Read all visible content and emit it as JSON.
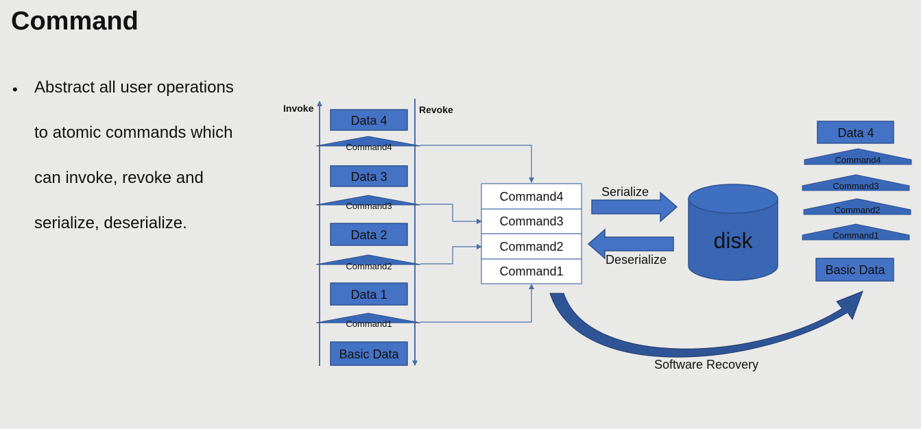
{
  "slide": {
    "title": "Command",
    "bullet_lines": [
      "Abstract all user operations",
      "to atomic commands which",
      "can invoke, revoke and",
      "serialize, deserialize."
    ]
  },
  "diagram": {
    "invoke_label": "Invoke",
    "revoke_label": "Revoke",
    "left_stack": {
      "data": [
        "Data 4",
        "Data 3",
        "Data 2",
        "Data 1",
        "Basic Data"
      ],
      "commands": [
        "Command4",
        "Command3",
        "Command2",
        "Command1"
      ]
    },
    "command_list": [
      "Command4",
      "Command3",
      "Command2",
      "Command1"
    ],
    "serialize_label": "Serialize",
    "deserialize_label": "Deserialize",
    "disk_label": "disk",
    "right_stack": {
      "top": "Data 4",
      "commands": [
        "Command4",
        "Command3",
        "Command2",
        "Command1"
      ],
      "bottom": "Basic Data"
    },
    "recovery_label": "Software Recovery"
  },
  "colors": {
    "box_fill": "#4472c4",
    "box_stroke": "#2f528f",
    "command_fill": "#3a68b8",
    "line": "#4a6fa5",
    "disk_fill": "#3a66b4",
    "curve_fill": "#2f5496"
  }
}
